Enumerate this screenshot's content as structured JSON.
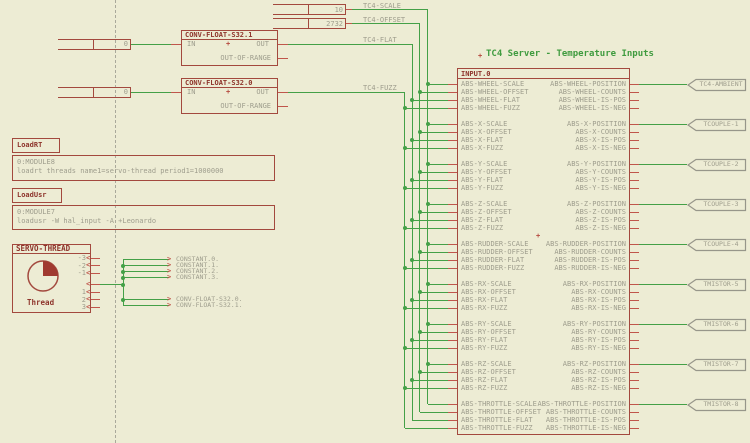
{
  "colors": {
    "background": "#edecd4",
    "component_outline": "#a3493e",
    "component_title": "#8e342b",
    "pin_red": "#c0564b",
    "wire_green": "#44a047",
    "text_gray": "#9e9d8d",
    "heading_green": "#3f9b3f",
    "flag_outline": "#97968a"
  },
  "top": {
    "scale_value": "10",
    "offset_value": "2732",
    "labels": [
      "TC4-SCALE",
      "TC4-OFFSET",
      "TC4-FLAT",
      "TC4-FUZZ"
    ]
  },
  "conv_blocks": [
    {
      "title": "CONV-FLOAT-S32.1",
      "in_label": "IN",
      "plus": "+",
      "out_label": "OUT",
      "oor_label": "OUT-OF-RANGE",
      "input_value": "0"
    },
    {
      "title": "CONV-FLOAT-S32.0",
      "in_label": "IN",
      "plus": "+",
      "out_label": "OUT",
      "oor_label": "OUT-OF-RANGE",
      "input_value": "0"
    }
  ],
  "loadrt": {
    "title": "LoadRT",
    "module": "0:MODULE8",
    "command": "loadrt threads name1=servo-thread period1=1000000"
  },
  "loadusr": {
    "title": "LoadUsr",
    "module": "0:MODULE7",
    "command": "loadusr -W hal_input -A +Leonardo"
  },
  "servo_thread": {
    "title": "SERVO-THREAD",
    "caption": "Thread",
    "pie_filled_fraction": 0.25,
    "pins": [
      "-3",
      "-2",
      "-1",
      "",
      "1",
      "2",
      "3"
    ]
  },
  "net_flags": [
    "CONSTANT.0.",
    "CONSTANT.1.",
    "CONSTANT.2.",
    "CONSTANT.3.",
    "CONV-FLOAT-S32.0.",
    "CONV-FLOAT-S32.1."
  ],
  "server": {
    "heading": "TC4 Server - Temperature Inputs",
    "block_title": "INPUT.0",
    "groups": [
      {
        "flag": "TC4-AMBIENT",
        "left": [
          "ABS-WHEEL-SCALE",
          "ABS-WHEEL-OFFSET",
          "ABS-WHEEL-FLAT",
          "ABS-WHEEL-FUZZ"
        ],
        "right": [
          "ABS-WHEEL-POSITION",
          "ABS-WHEEL-COUNTS",
          "ABS-WHEEL-IS-POS",
          "ABS-WHEEL-IS-NEG"
        ]
      },
      {
        "flag": "TCOUPLE-1",
        "left": [
          "ABS-X-SCALE",
          "ABS-X-OFFSET",
          "ABS-X-FLAT",
          "ABS-X-FUZZ"
        ],
        "right": [
          "ABS-X-POSITION",
          "ABS-X-COUNTS",
          "ABS-X-IS-POS",
          "ABS-X-IS-NEG"
        ]
      },
      {
        "flag": "TCOUPLE-2",
        "left": [
          "ABS-Y-SCALE",
          "ABS-Y-OFFSET",
          "ABS-Y-FLAT",
          "ABS-Y-FUZZ"
        ],
        "right": [
          "ABS-Y-POSITION",
          "ABS-Y-COUNTS",
          "ABS-Y-IS-POS",
          "ABS-Y-IS-NEG"
        ]
      },
      {
        "flag": "TCOUPLE-3",
        "left": [
          "ABS-Z-SCALE",
          "ABS-Z-OFFSET",
          "ABS-Z-FLAT",
          "ABS-Z-FUZZ"
        ],
        "right": [
          "ABS-Z-POSITION",
          "ABS-Z-COUNTS",
          "ABS-Z-IS-POS",
          "ABS-Z-IS-NEG"
        ]
      },
      {
        "flag": "TCOUPLE-4",
        "left": [
          "ABS-RUDDER-SCALE",
          "ABS-RUDDER-OFFSET",
          "ABS-RUDDER-FLAT",
          "ABS-RUDDER-FUZZ"
        ],
        "right": [
          "ABS-RUDDER-POSITION",
          "ABS-RUDDER-COUNTS",
          "ABS-RUDDER-IS-POS",
          "ABS-RUDDER-IS-NEG"
        ]
      },
      {
        "flag": "TMISTOR-5",
        "left": [
          "ABS-RX-SCALE",
          "ABS-RX-OFFSET",
          "ABS-RX-FLAT",
          "ABS-RX-FUZZ"
        ],
        "right": [
          "ABS-RX-POSITION",
          "ABS-RX-COUNTS",
          "ABS-RX-IS-POS",
          "ABS-RX-IS-NEG"
        ]
      },
      {
        "flag": "TMISTOR-6",
        "left": [
          "ABS-RY-SCALE",
          "ABS-RY-OFFSET",
          "ABS-RY-FLAT",
          "ABS-RY-FUZZ"
        ],
        "right": [
          "ABS-RY-POSITION",
          "ABS-RY-COUNTS",
          "ABS-RY-IS-POS",
          "ABS-RY-IS-NEG"
        ]
      },
      {
        "flag": "TMISTOR-7",
        "left": [
          "ABS-RZ-SCALE",
          "ABS-RZ-OFFSET",
          "ABS-RZ-FLAT",
          "ABS-RZ-FUZZ"
        ],
        "right": [
          "ABS-RZ-POSITION",
          "ABS-RZ-COUNTS",
          "ABS-RZ-IS-POS",
          "ABS-RZ-IS-NEG"
        ]
      },
      {
        "flag": "TMISTOR-8",
        "left": [
          "ABS-THROTTLE-SCALE",
          "ABS-THROTTLE-OFFSET",
          "ABS-THROTTLE-FLAT",
          "ABS-THROTTLE-FUZZ"
        ],
        "right": [
          "ABS-THROTTLE-POSITION",
          "ABS-THROTTLE-COUNTS",
          "ABS-THROTTLE-IS-POS",
          "ABS-THROTTLE-IS-NEG"
        ]
      }
    ]
  }
}
